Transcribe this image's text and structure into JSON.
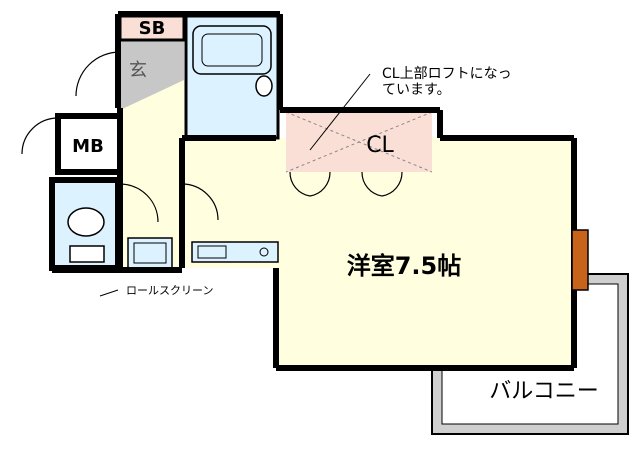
{
  "rooms": {
    "shoe_box": "SB",
    "entrance": "玄",
    "meter_box": "MB",
    "closet": "CL",
    "western_room": "洋室7.5帖",
    "balcony": "バルコニー"
  },
  "annotations": {
    "closet_note_line1": "CL上部ロフトになっ",
    "closet_note_line2": "ています。",
    "roll_screen": "ロールスクリーン"
  },
  "colors": {
    "wall": "#000000",
    "floor": "#ffffe0",
    "wet_area": "#ddf2ff",
    "closet": "#fadfd6",
    "entrance": "#c7c7c7",
    "balcony": "#cfcfcf",
    "window": "#c8631c"
  }
}
